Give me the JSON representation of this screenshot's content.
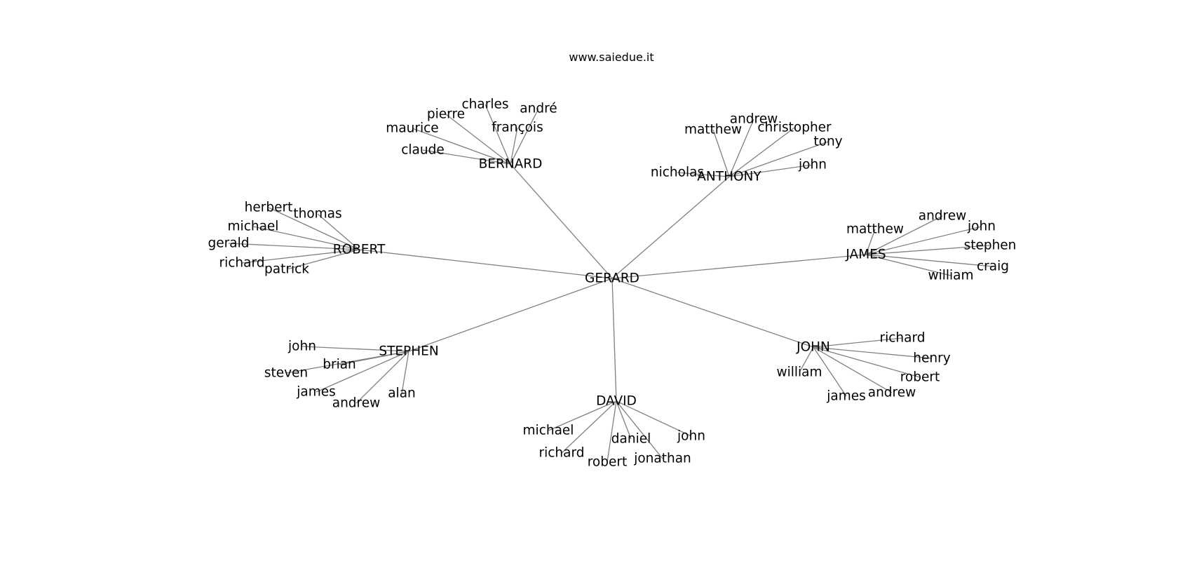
{
  "title": "www.saiedue.it",
  "graph": {
    "root": "GERARD",
    "groups": [
      {
        "name": "BERNARD",
        "leaves": [
          "charles",
          "andré",
          "pierre",
          "françois",
          "maurice",
          "claude"
        ]
      },
      {
        "name": "ANTHONY",
        "leaves": [
          "andrew",
          "matthew",
          "christopher",
          "tony",
          "nicholas",
          "john"
        ]
      },
      {
        "name": "ROBERT",
        "leaves": [
          "herbert",
          "thomas",
          "michael",
          "gerald",
          "richard",
          "patrick"
        ]
      },
      {
        "name": "JAMES",
        "leaves": [
          "andrew",
          "matthew",
          "john",
          "stephen",
          "craig",
          "william"
        ]
      },
      {
        "name": "STEPHEN",
        "leaves": [
          "john",
          "brian",
          "steven",
          "james",
          "andrew",
          "alan"
        ]
      },
      {
        "name": "JOHN",
        "leaves": [
          "richard",
          "henry",
          "william",
          "robert",
          "james",
          "andrew"
        ]
      },
      {
        "name": "DAVID",
        "leaves": [
          "michael",
          "john",
          "daniel",
          "richard",
          "robert",
          "jonathan"
        ]
      }
    ]
  }
}
